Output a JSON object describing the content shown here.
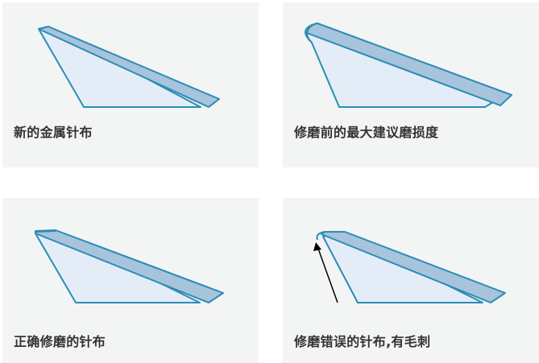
{
  "colors": {
    "panel_background": "#f3f4f4",
    "outline": "#2a8db5",
    "body_fill": "#e4edf7",
    "edge_fill": "#a8c3dc",
    "caption_text": "#333333"
  },
  "panels": [
    {
      "caption": "新的金属针布",
      "tip_style": "sharp"
    },
    {
      "caption": "修磨前的最大建议磨损度",
      "tip_style": "rounded"
    },
    {
      "caption": "正确修磨的针布",
      "tip_style": "flat"
    },
    {
      "caption": "修磨错误的针布,有毛刺",
      "tip_style": "burr",
      "annotation": "arrow-pointing-to-burr"
    }
  ]
}
